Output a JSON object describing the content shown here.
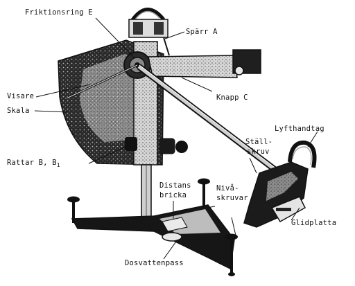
{
  "labels": {
    "friktionsring": "Friktionsring E",
    "sparr": "Spärr A",
    "knapp": "Knapp C",
    "visare": "Visare",
    "skala": "Skala",
    "lyfthandtag": "Lyfthandtag",
    "stall_1": "Ställ-",
    "stall_2": "skruv",
    "rattar": "Rattar B, B",
    "rattar_sub": "1",
    "distans_1": "Distans",
    "distans_2": "bricka",
    "niva_1": "Nivå-",
    "niva_2": "skruvar",
    "glidplatta": "Glidplatta",
    "dosvatten": "Dosvattenpass"
  },
  "colors": {
    "ink": "#111111",
    "metal_dark": "#1c1c1c",
    "metal_mid": "#6b6b6b",
    "metal_light": "#d8d8d8",
    "background": "#ffffff"
  }
}
